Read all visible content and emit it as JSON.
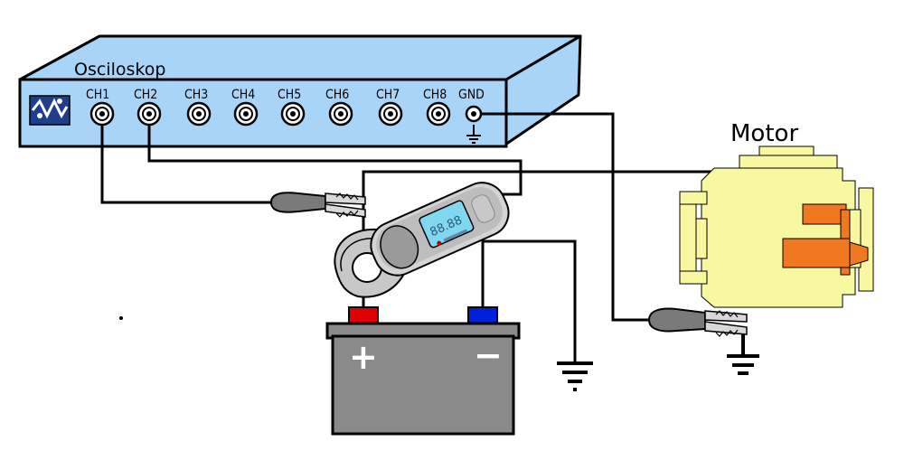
{
  "oscilloscope": {
    "title": "Osciloskop",
    "channels": [
      "CH1",
      "CH2",
      "CH3",
      "CH4",
      "CH5",
      "CH6",
      "CH7",
      "CH8"
    ],
    "ground_label": "GND",
    "logo": "oscilloscope-brand-logo"
  },
  "motor": {
    "label": "Motor"
  },
  "current_clamp": {
    "display": "88.88",
    "logo": "clamp-brand-logo"
  },
  "battery": {
    "positive_sign": "+",
    "negative_sign": "−"
  },
  "colors": {
    "oscilloscope_body": "#a8d4f8",
    "motor_body": "#f8f8a0",
    "motor_parts": "#f07820",
    "battery_body": "#8a8a8a",
    "positive_terminal": "#e00000",
    "negative_terminal": "#0020e0",
    "clamp_display": "#80d8f0"
  }
}
